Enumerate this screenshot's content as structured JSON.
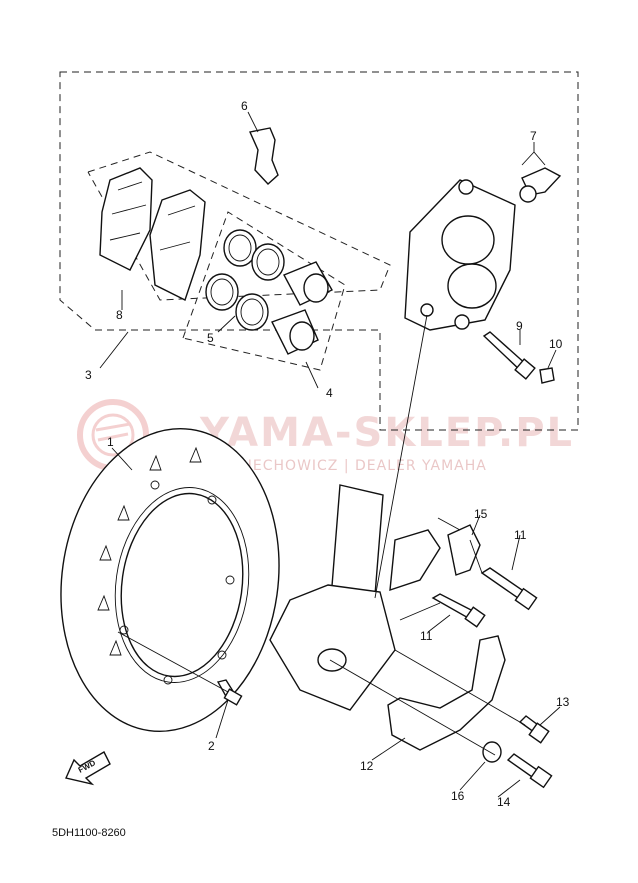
{
  "diagram": {
    "part_code": "5DH1100-8260",
    "fwd_label": "FWD",
    "watermark": {
      "title": "YAMA-SKLEP.PL",
      "subtitle": "WOJCIECHOWICZ | DEALER YAMAHA"
    },
    "callouts": [
      "1",
      "2",
      "3",
      "4",
      "5",
      "6",
      "7",
      "8",
      "9",
      "10",
      "11",
      "11",
      "12",
      "13",
      "14",
      "15",
      "16"
    ]
  }
}
